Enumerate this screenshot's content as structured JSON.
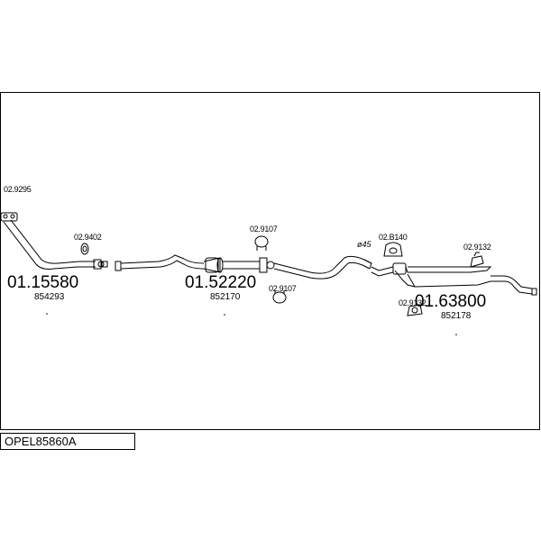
{
  "diagram": {
    "drawing_id": "OPEL85860A",
    "parts": [
      {
        "code": "01.15580",
        "ref": "854293"
      },
      {
        "code": "01.52220",
        "ref": "852170"
      },
      {
        "code": "01.63800",
        "ref": "852178"
      }
    ],
    "accessories": [
      {
        "code": "02.9295"
      },
      {
        "code": "02.9402"
      },
      {
        "code": "02.9107"
      },
      {
        "code": "02.9107"
      },
      {
        "code": "02.B140"
      },
      {
        "code": "02.9132"
      },
      {
        "code": "02.9132"
      }
    ],
    "pipe_diameter_label": "ø45"
  }
}
